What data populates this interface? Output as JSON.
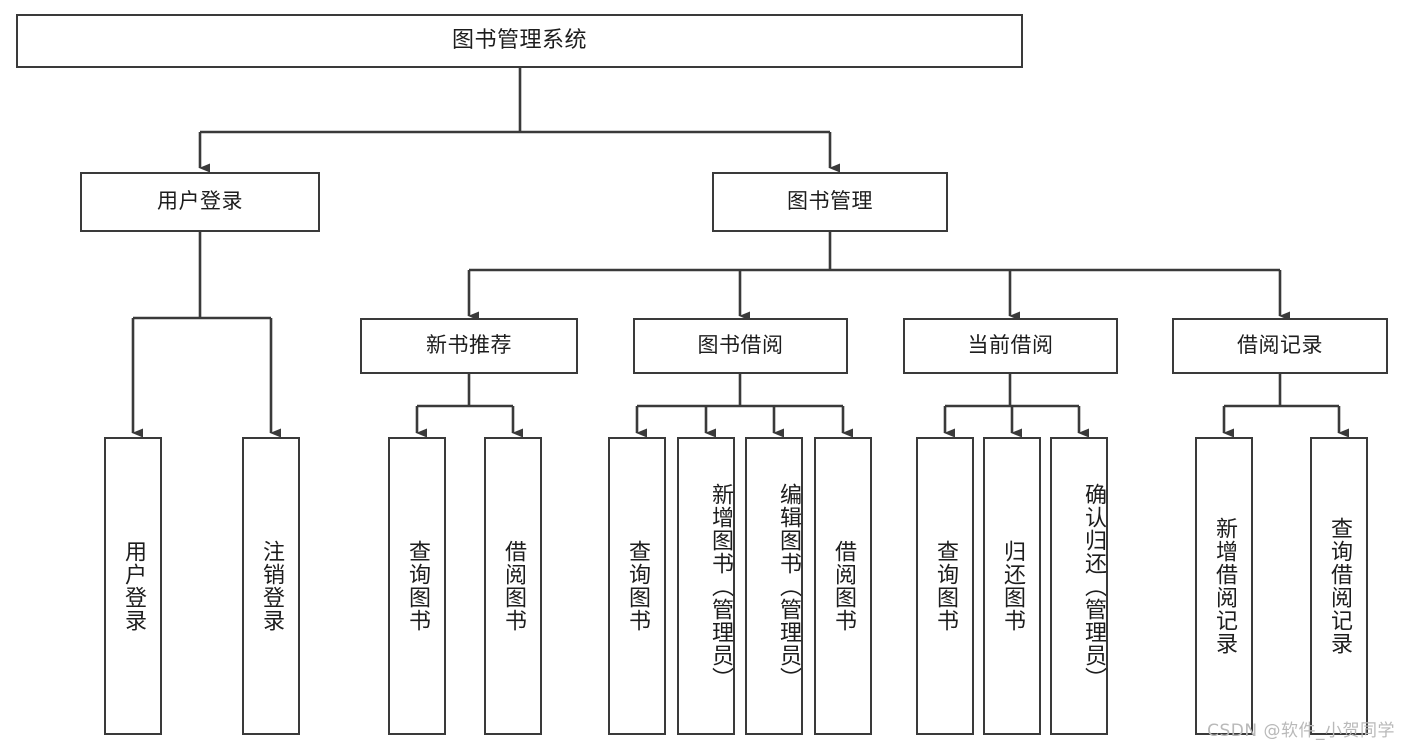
{
  "diagram": {
    "title": "图书管理系统",
    "type": "tree-hierarchy",
    "stroke_color": "#3a3a3a",
    "text_color": "#1d1d1d",
    "background_color": "#ffffff",
    "watermark": "CSDN @软件_小贺同学",
    "nodes": {
      "root": {
        "label": "图书管理系统"
      },
      "level2": [
        {
          "id": "user-login",
          "label": "用户登录"
        },
        {
          "id": "book-management",
          "label": "图书管理"
        }
      ],
      "level3": [
        {
          "id": "new-book-recommend",
          "label": "新书推荐"
        },
        {
          "id": "book-borrow",
          "label": "图书借阅"
        },
        {
          "id": "current-borrow",
          "label": "当前借阅"
        },
        {
          "id": "borrow-record",
          "label": "借阅记录"
        }
      ],
      "leaves": {
        "user_login": [
          {
            "id": "leaf-user-login",
            "label": "用户登录"
          },
          {
            "id": "leaf-user-logout",
            "label": "注销登录"
          }
        ],
        "new_book_recommend": [
          {
            "id": "leaf-query-book-1",
            "label": "查询图书"
          },
          {
            "id": "leaf-borrow-book-1",
            "label": "借阅图书"
          }
        ],
        "book_borrow": [
          {
            "id": "leaf-query-book-2",
            "label": "查询图书"
          },
          {
            "id": "leaf-add-book",
            "label": "新增图书（管理员）"
          },
          {
            "id": "leaf-edit-book",
            "label": "编辑图书（管理员）"
          },
          {
            "id": "leaf-borrow-book-2",
            "label": "借阅图书"
          }
        ],
        "current_borrow": [
          {
            "id": "leaf-query-book-3",
            "label": "查询图书"
          },
          {
            "id": "leaf-return-book",
            "label": "归还图书"
          },
          {
            "id": "leaf-confirm-return",
            "label": "确认归还（管理员）"
          }
        ],
        "borrow_record": [
          {
            "id": "leaf-add-record",
            "label": "新增借阅记录"
          },
          {
            "id": "leaf-query-record",
            "label": "查询借阅记录"
          }
        ]
      }
    }
  }
}
